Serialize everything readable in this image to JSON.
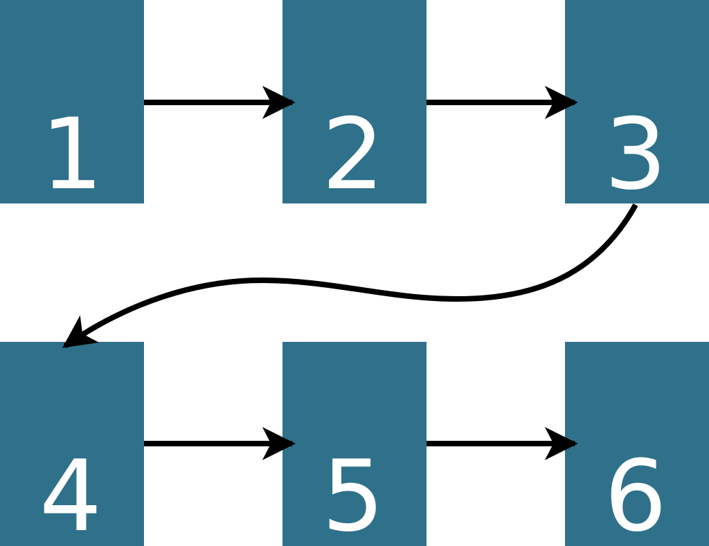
{
  "colors": {
    "box_fill": "#2f718a",
    "arrow": "#000000",
    "label": "#ffffff",
    "background": "#ffffff"
  },
  "boxes": [
    {
      "id": "1",
      "label": "1"
    },
    {
      "id": "2",
      "label": "2"
    },
    {
      "id": "3",
      "label": "3"
    },
    {
      "id": "4",
      "label": "4"
    },
    {
      "id": "5",
      "label": "5"
    },
    {
      "id": "6",
      "label": "6"
    }
  ],
  "edges": [
    {
      "from": "1",
      "to": "2"
    },
    {
      "from": "2",
      "to": "3"
    },
    {
      "from": "3",
      "to": "4"
    },
    {
      "from": "4",
      "to": "5"
    },
    {
      "from": "5",
      "to": "6"
    }
  ]
}
